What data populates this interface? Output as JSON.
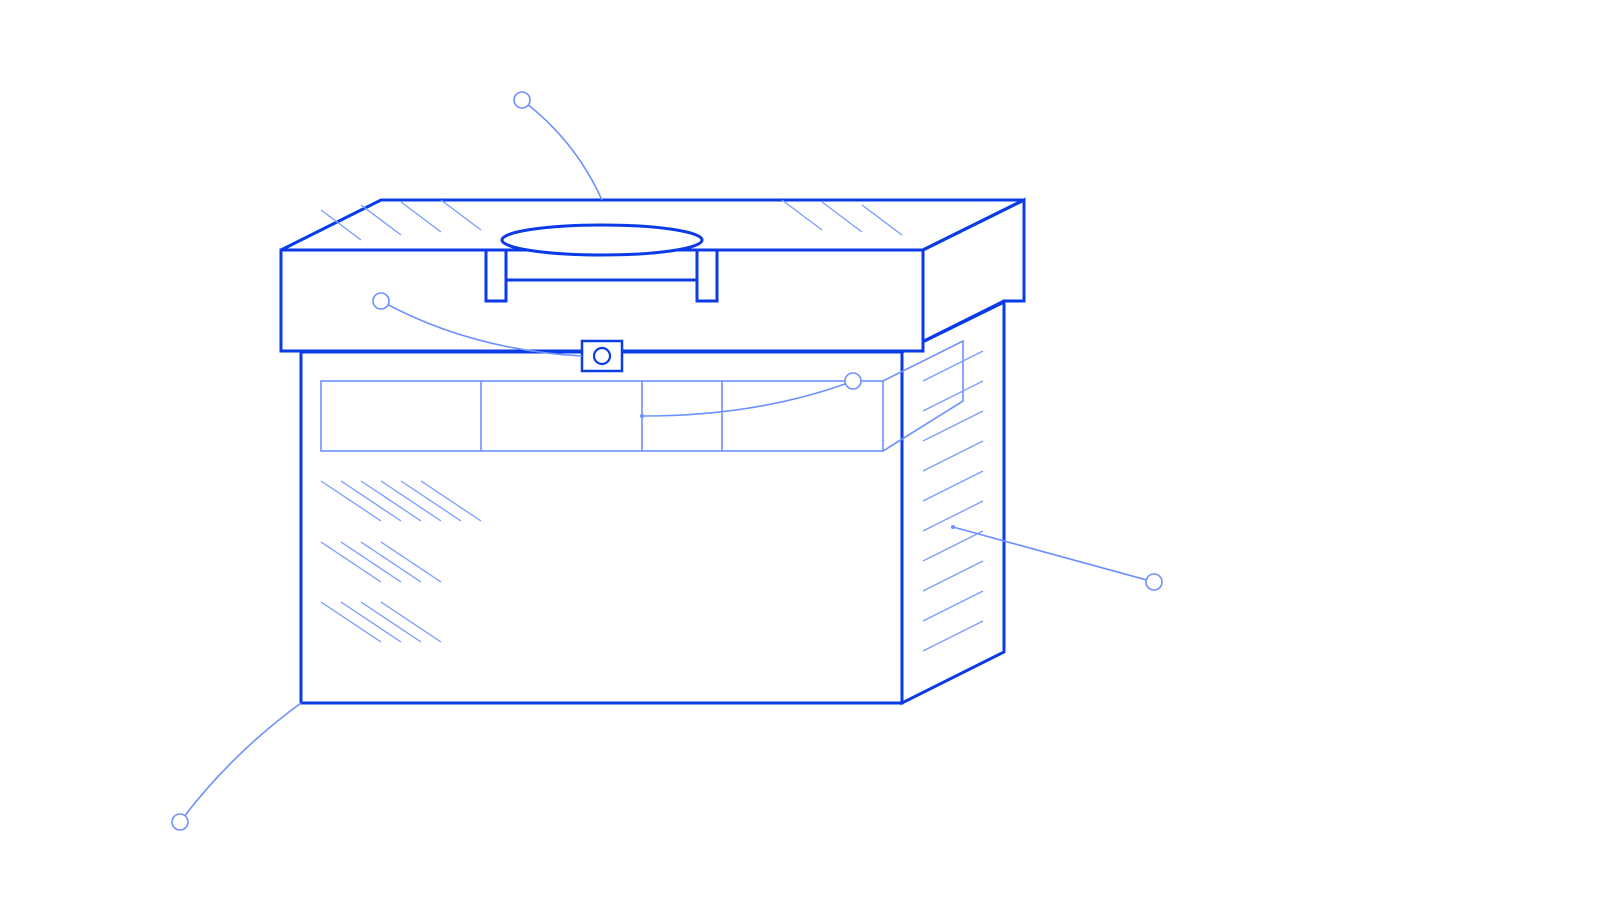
{
  "diagram": {
    "subject": "toolbox-line-drawing",
    "colors": {
      "stroke_primary": "#0a3be6",
      "stroke_secondary": "#6d90ff",
      "background": "#ffffff"
    },
    "icons": [
      "callout-marker-icon",
      "latch-icon",
      "handle-icon"
    ],
    "callout_count": 5,
    "tray_compartments": 4
  }
}
